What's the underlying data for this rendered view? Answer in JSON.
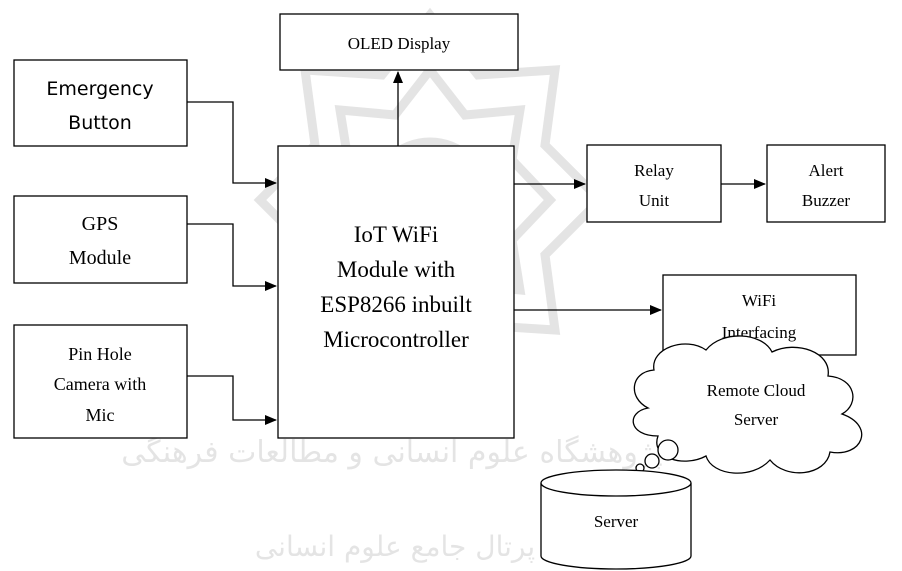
{
  "blocks": {
    "oled": "OLED Display",
    "emergency": [
      "Emergency",
      "Button"
    ],
    "gps": [
      "GPS",
      "Module"
    ],
    "camera": [
      "Pin Hole",
      "Camera with",
      "Mic"
    ],
    "iot": [
      "IoT WiFi",
      "Module with",
      "ESP8266 inbuilt",
      "Microcontroller"
    ],
    "relay": [
      "Relay",
      "Unit"
    ],
    "buzzer": [
      "Alert",
      "Buzzer"
    ],
    "wifi": [
      "WiFi",
      "Interfacing"
    ],
    "cloud": [
      "Remote Cloud",
      "Server"
    ],
    "server": "Server"
  },
  "watermark": {
    "line1": "پژوهشگاه علوم انسانی و مطالعات فرهنگی",
    "line2": "پرتال جامع علوم انسانی"
  },
  "colors": {
    "stroke": "#000000",
    "watermark": "#d6d6d6"
  }
}
